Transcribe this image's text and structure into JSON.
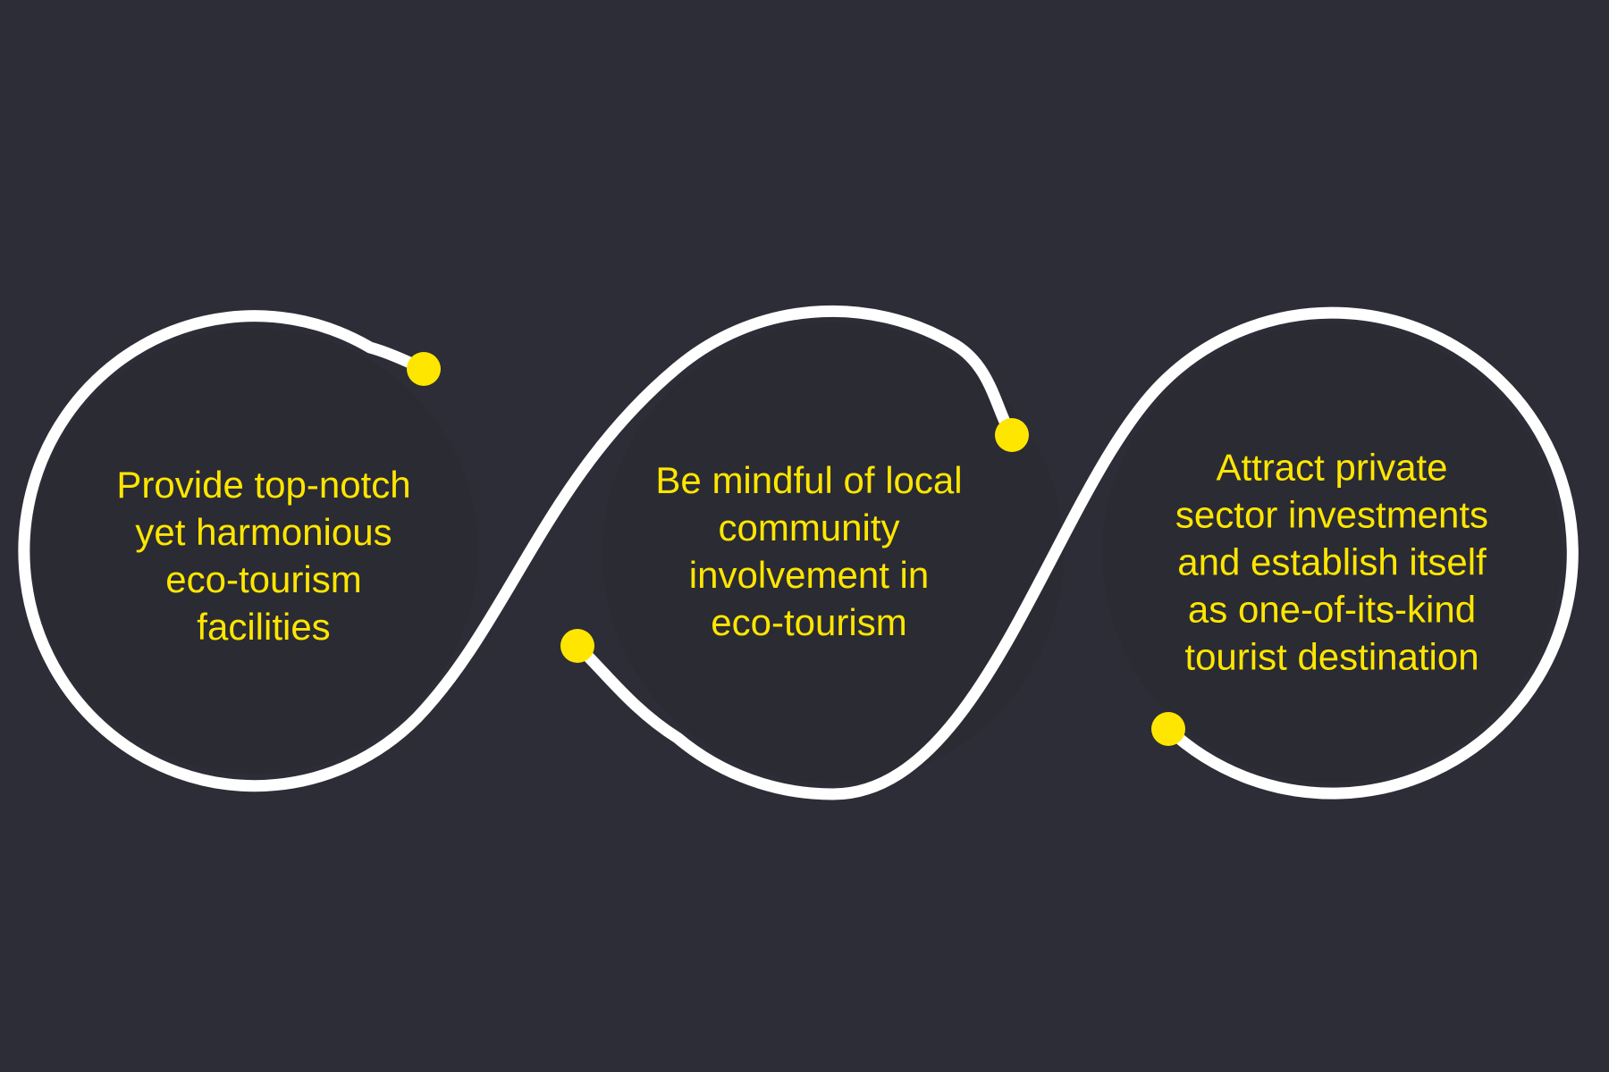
{
  "colors": {
    "background": "#2d2d37",
    "ribbon": "#ffffff",
    "accent_yellow": "#ffe600",
    "text": "#ffe600"
  },
  "loops": [
    {
      "lines": [
        "Provide top-notch",
        "yet harmonious",
        "eco-tourism",
        "facilities"
      ],
      "full_text": "Provide top-notch yet harmonious eco-tourism facilities"
    },
    {
      "lines": [
        "Be mindful of local",
        "community",
        "involvement in",
        "eco-tourism"
      ],
      "full_text": "Be mindful of local community involvement in eco-tourism"
    },
    {
      "lines": [
        "Attract private",
        "sector investments",
        "and establish itself",
        "as one-of-its-kind",
        "tourist destination"
      ],
      "full_text": "Attract private sector investments and establish itself as one-of-its-kind tourist destination"
    }
  ]
}
